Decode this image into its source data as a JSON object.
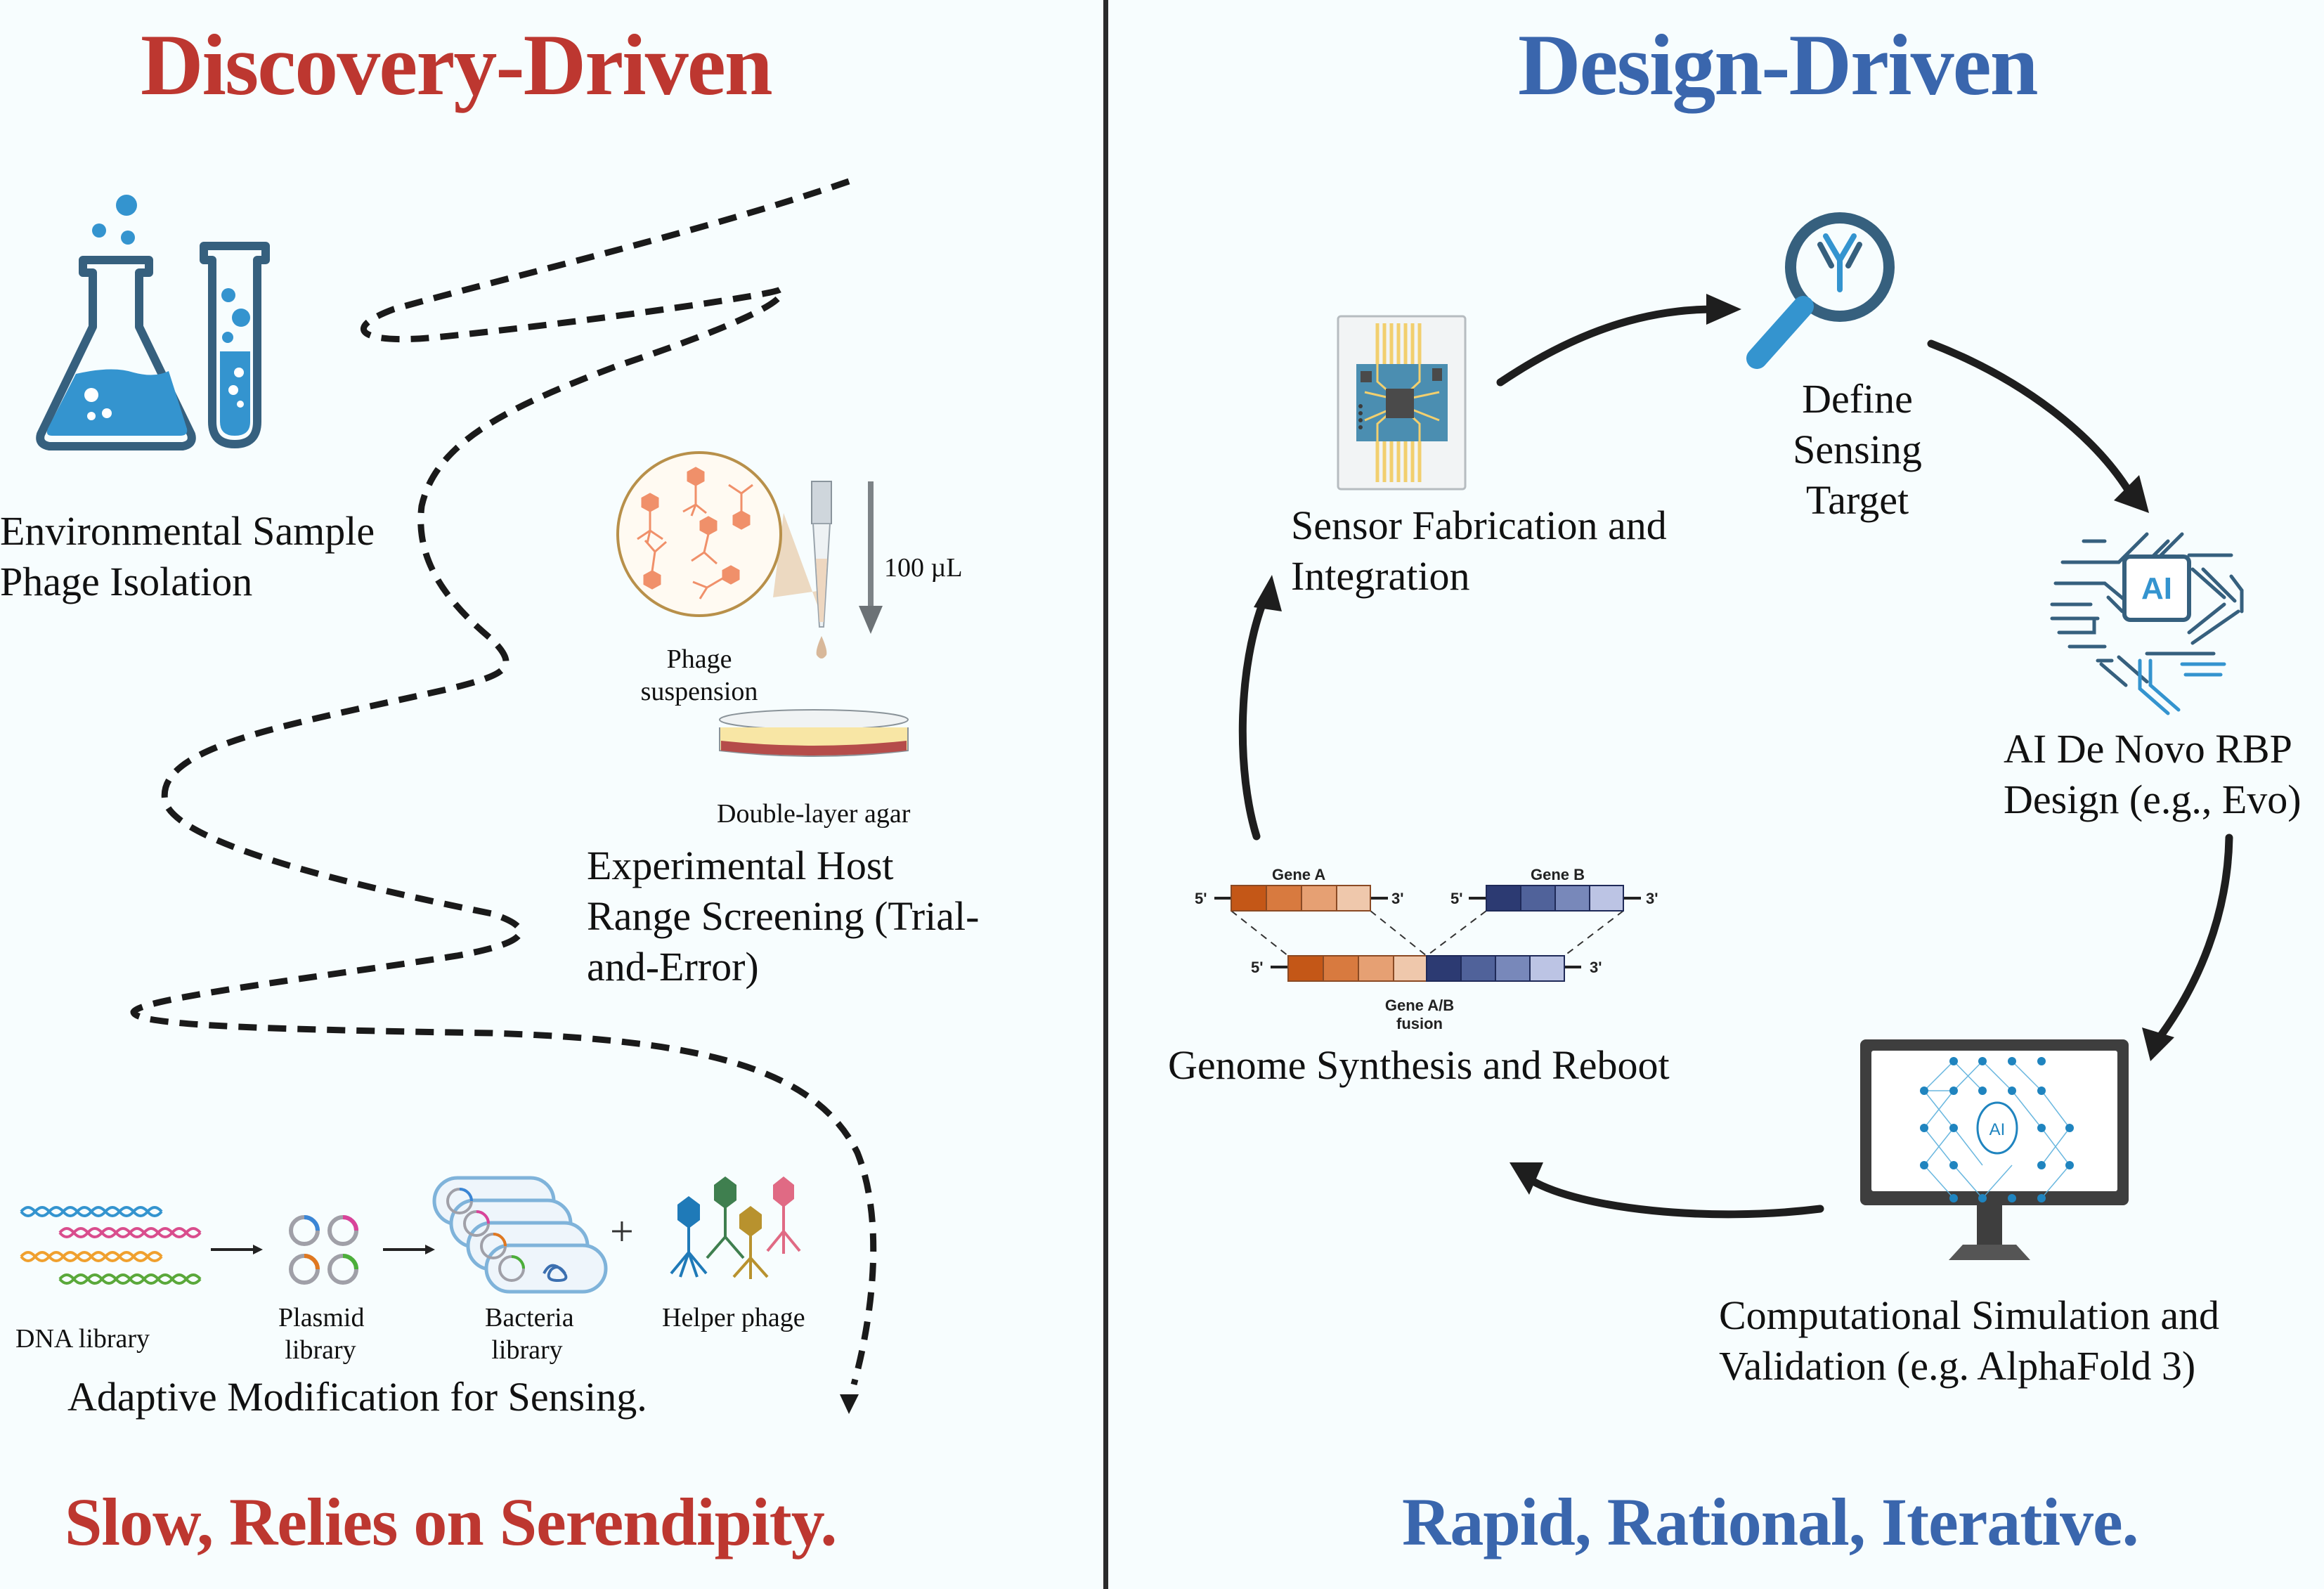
{
  "left_panel": {
    "title": "Discovery-Driven",
    "tagline": "Slow, Relies on Serendipity.",
    "steps": [
      {
        "label_lines": [
          "Environmental Sample",
          "Phage Isolation"
        ],
        "icon": "lab-flask-test-tube-icon"
      },
      {
        "label_lines": [
          "Experimental Host",
          "Range Screening (Trial-",
          "and-Error)"
        ],
        "icon": "pipette-petri-dish-icon",
        "sublabels": {
          "suspension": [
            "Phage",
            "suspension"
          ],
          "volume": "100 µL",
          "agar": "Double-layer agar"
        }
      },
      {
        "label": "Adaptive Modification for Sensing.",
        "items": [
          {
            "name": "dna-library",
            "label_lines": [
              "DNA library"
            ]
          },
          {
            "name": "plasmid-library",
            "label_lines": [
              "Plasmid",
              "library"
            ]
          },
          {
            "name": "bacteria-library",
            "label_lines": [
              "Bacteria",
              "library"
            ]
          },
          {
            "name": "helper-phage",
            "label_lines": [
              "Helper phage"
            ]
          }
        ],
        "plus": "+"
      }
    ]
  },
  "right_panel": {
    "title": "Design-Driven",
    "tagline": "Rapid, Rational, Iterative.",
    "cycle": [
      {
        "name": "define-target",
        "label_lines": [
          "Define",
          "Sensing",
          "Target"
        ],
        "icon": "magnifier-antibody-icon"
      },
      {
        "name": "ai-design",
        "label_lines": [
          "AI De Novo RBP",
          "Design (e.g., Evo)"
        ],
        "icon": "ai-brain-circuit-icon",
        "icon_text": "AI"
      },
      {
        "name": "simulation",
        "label_lines": [
          "Computational Simulation and",
          "Validation (e.g. AlphaFold 3)"
        ],
        "icon": "monitor-neural-network-icon",
        "icon_text": "AI"
      },
      {
        "name": "genome-synthesis",
        "label": "Genome Synthesis and Reboot",
        "icon": "gene-fusion-icon",
        "gene_labels": {
          "gene_a": "Gene A",
          "gene_b": "Gene B",
          "fusion_lines": [
            "Gene A/B",
            "fusion"
          ],
          "five_prime": "5'",
          "three_prime": "3'"
        }
      },
      {
        "name": "sensor-fabrication",
        "label_lines": [
          "Sensor Fabrication and",
          "Integration"
        ],
        "icon": "sensor-chip-icon"
      }
    ]
  },
  "colors": {
    "discovery_red": "#bd3730",
    "design_blue": "#3a66ad",
    "background": "#f7fdfe",
    "icon_blue": "#3494cf",
    "icon_navy": "#36607e",
    "phage_orange": "#f0906a",
    "gene_a_shades": [
      "#c45717",
      "#d87a3f",
      "#e6a073",
      "#efc8ac"
    ],
    "gene_b_shades": [
      "#2c3a72",
      "#50629a",
      "#7888ba",
      "#bcc4e4"
    ]
  }
}
